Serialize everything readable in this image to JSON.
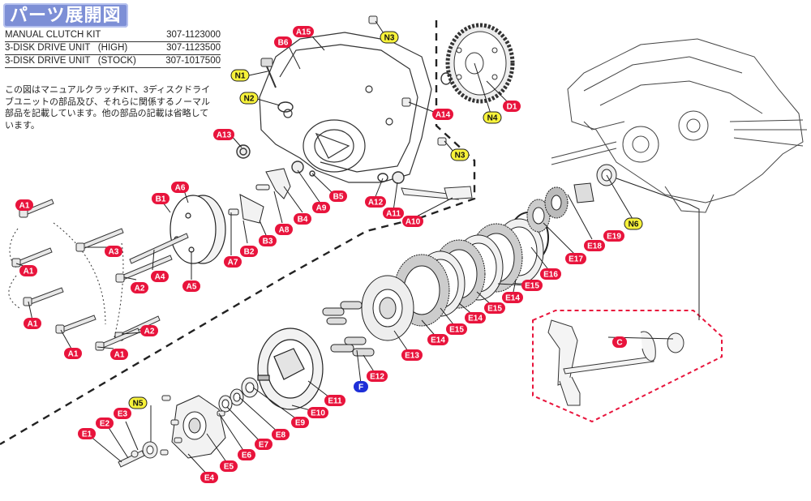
{
  "header": {
    "title": "パーツ展開図"
  },
  "kit_list": [
    {
      "name": "MANUAL CLUTCH KIT",
      "part_no": "307-1123000"
    },
    {
      "name": "3-DISK DRIVE UNIT   (HIGH)",
      "part_no": "307-1123500"
    },
    {
      "name": "3-DISK DRIVE UNIT   (STOCK)",
      "part_no": "307-1017500"
    }
  ],
  "note": "この図はマニュアルクラッチKIT、3ディスクドライブユニットの部品及び、それらに関係するノーマル部品を記載しています。他の部品の記載は省略しています。",
  "colors": {
    "red_label": "#e8143c",
    "yellow_label": "#f7f23a",
    "blue_label": "#1e2fd8",
    "title_bg": "#7d8fd6",
    "line": "#222222",
    "dashed_red": "#e8143c"
  },
  "labels": [
    {
      "text": "A15",
      "kind": "red"
    },
    {
      "text": "N3",
      "kind": "yellow"
    },
    {
      "text": "B6",
      "kind": "red"
    },
    {
      "text": "N1",
      "kind": "yellow"
    },
    {
      "text": "N2",
      "kind": "yellow"
    },
    {
      "text": "A14",
      "kind": "red"
    },
    {
      "text": "A13",
      "kind": "red"
    },
    {
      "text": "N3",
      "kind": "yellow"
    },
    {
      "text": "B5",
      "kind": "red"
    },
    {
      "text": "A12",
      "kind": "red"
    },
    {
      "text": "A11",
      "kind": "red"
    },
    {
      "text": "A10",
      "kind": "red"
    },
    {
      "text": "A9",
      "kind": "red"
    },
    {
      "text": "D1",
      "kind": "red"
    },
    {
      "text": "N4",
      "kind": "yellow"
    },
    {
      "text": "N6",
      "kind": "yellow"
    },
    {
      "text": "A1",
      "kind": "red"
    },
    {
      "text": "A1",
      "kind": "red"
    },
    {
      "text": "A1",
      "kind": "red"
    },
    {
      "text": "A1",
      "kind": "red"
    },
    {
      "text": "A1",
      "kind": "red"
    },
    {
      "text": "A3",
      "kind": "red"
    },
    {
      "text": "A2",
      "kind": "red"
    },
    {
      "text": "A2",
      "kind": "red"
    },
    {
      "text": "A4",
      "kind": "red"
    },
    {
      "text": "A5",
      "kind": "red"
    },
    {
      "text": "A6",
      "kind": "red"
    },
    {
      "text": "B1",
      "kind": "red"
    },
    {
      "text": "A7",
      "kind": "red"
    },
    {
      "text": "B2",
      "kind": "red"
    },
    {
      "text": "B3",
      "kind": "red"
    },
    {
      "text": "A8",
      "kind": "red"
    },
    {
      "text": "B4",
      "kind": "red"
    },
    {
      "text": "E19",
      "kind": "red"
    },
    {
      "text": "E18",
      "kind": "red"
    },
    {
      "text": "E17",
      "kind": "red"
    },
    {
      "text": "E16",
      "kind": "red"
    },
    {
      "text": "E15",
      "kind": "red"
    },
    {
      "text": "E14",
      "kind": "red"
    },
    {
      "text": "E15",
      "kind": "red"
    },
    {
      "text": "E14",
      "kind": "red"
    },
    {
      "text": "E15",
      "kind": "red"
    },
    {
      "text": "E14",
      "kind": "red"
    },
    {
      "text": "E13",
      "kind": "red"
    },
    {
      "text": "E12",
      "kind": "red"
    },
    {
      "text": "F",
      "kind": "blue"
    },
    {
      "text": "E11",
      "kind": "red"
    },
    {
      "text": "E10",
      "kind": "red"
    },
    {
      "text": "E9",
      "kind": "red"
    },
    {
      "text": "E8",
      "kind": "red"
    },
    {
      "text": "E7",
      "kind": "red"
    },
    {
      "text": "E6",
      "kind": "red"
    },
    {
      "text": "E5",
      "kind": "red"
    },
    {
      "text": "E4",
      "kind": "red"
    },
    {
      "text": "N5",
      "kind": "yellow"
    },
    {
      "text": "E3",
      "kind": "red"
    },
    {
      "text": "E2",
      "kind": "red"
    },
    {
      "text": "E1",
      "kind": "red"
    },
    {
      "text": "C",
      "kind": "red"
    }
  ]
}
